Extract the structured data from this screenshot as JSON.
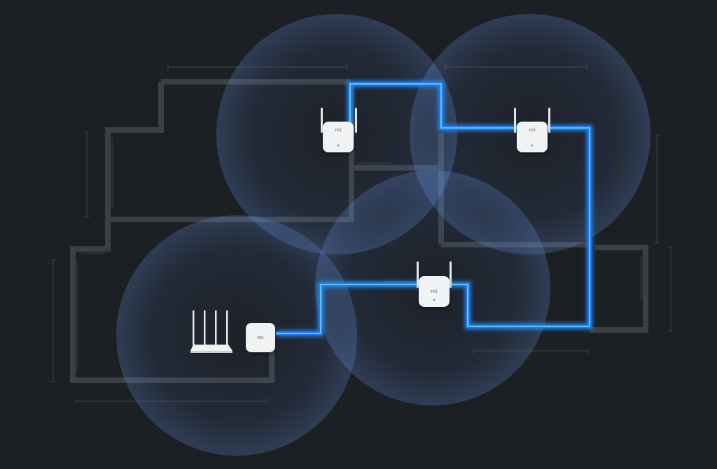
{
  "diagram": {
    "device_logo": "mi",
    "colors": {
      "background": "#1c1f24",
      "walls": "#3c3f44",
      "dimension_lines": "#3a3d42",
      "coverage": "#5d8fe0",
      "link_glow": "#1f8fff",
      "link_core": "#6fd6ff",
      "device_body": "#f1f2f4"
    },
    "nodes": [
      {
        "id": "main-router",
        "kind": "router",
        "antennas": 4
      },
      {
        "id": "mesh-satellite-1",
        "kind": "mesh-satellite",
        "antennas": 0
      },
      {
        "id": "mesh-satellite-2",
        "kind": "extender",
        "antennas": 2
      },
      {
        "id": "mesh-satellite-3",
        "kind": "extender",
        "antennas": 2
      },
      {
        "id": "mesh-satellite-4",
        "kind": "extender",
        "antennas": 2
      }
    ],
    "coverage_zones": 4
  }
}
